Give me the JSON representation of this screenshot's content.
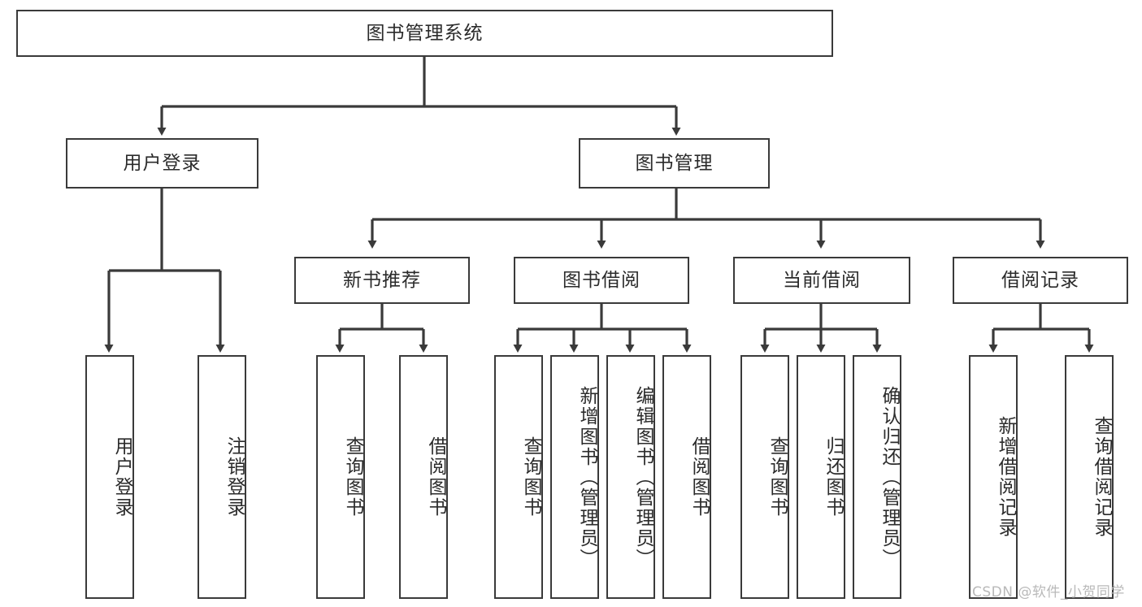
{
  "diagram": {
    "title": "图书管理系统",
    "type": "tree-hierarchy",
    "root": {
      "label": "图书管理系统"
    },
    "level2": [
      {
        "label": "用户登录"
      },
      {
        "label": "图书管理"
      }
    ],
    "level3": [
      {
        "label": "新书推荐"
      },
      {
        "label": "图书借阅"
      },
      {
        "label": "当前借阅"
      },
      {
        "label": "借阅记录"
      }
    ],
    "leaves": {
      "user_login": [
        {
          "label": "用户登录"
        },
        {
          "label": "注销登录"
        }
      ],
      "new_book_recommend": [
        {
          "label": "查询图书"
        },
        {
          "label": "借阅图书"
        }
      ],
      "book_borrow": [
        {
          "label": "查询图书"
        },
        {
          "label": "新增图书（管理员）"
        },
        {
          "label": "编辑图书（管理员）"
        },
        {
          "label": "借阅图书"
        }
      ],
      "current_borrow": [
        {
          "label": "查询图书"
        },
        {
          "label": "归还图书"
        },
        {
          "label": "确认归还（管理员）"
        }
      ],
      "borrow_record": [
        {
          "label": "新增借阅记录"
        },
        {
          "label": "查询借阅记录"
        }
      ]
    }
  },
  "watermark": {
    "text": "CSDN @软件_小贺同学"
  },
  "colors": {
    "stroke": "#3a3a3a",
    "background": "#ffffff",
    "text": "#2b2b2b",
    "watermark": "#b9b9b9"
  }
}
